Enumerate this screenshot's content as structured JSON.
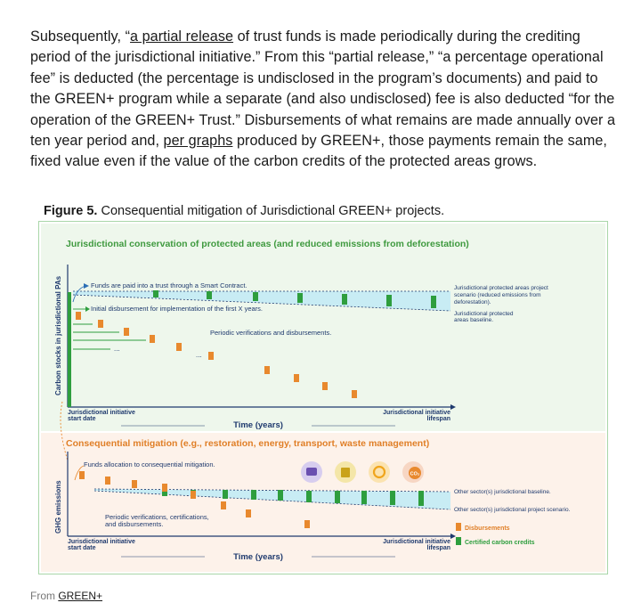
{
  "article": {
    "p1": "Subsequently, “",
    "link1": "a partial release",
    "p2": " of trust funds is made periodically during the crediting period of the jurisdictional initiative.” From this “partial release,” “a percentage operational fee” is deducted (the percentage is undisclosed in the program’s documents) and paid to the GREEN+ program while a separate (and also undisclosed) fee is also deducted “for the operation of the GREEN+ Trust.” Disbursements of what remains are made annually over a ten year period and, ",
    "link2": "per graphs",
    "p3": " produced by GREEN+, those payments remain the same, fixed value even if the value of the carbon credits of the protected areas grows."
  },
  "figure": {
    "caption_label": "Figure 5.",
    "caption_text": " Consequential mitigation of Jurisdictional GREEN+ projects.",
    "top": {
      "title": "Jurisdictional conservation of protected areas (and reduced emissions from deforestation)",
      "y_label": "Carbon stocks in jurisdictional PAs",
      "ann_trust": "Funds are paid into a trust through a Smart Contract.",
      "ann_initial": "Initial disbursement for implementation of the first X years.",
      "ann_periodic": "Periodic verifications and disbursements.",
      "dots_a": "...",
      "dots_b": "...",
      "scenario_line1": "Jurisdictional protected areas project",
      "scenario_line2": "scenario (reduced emissions from",
      "scenario_line3": "deforestation).",
      "baseline_line1": "Jurisdictional protected",
      "baseline_line2": "areas baseline.",
      "x_start_line1": "Jurisdictional initiative",
      "x_start_line2": "start date",
      "x_end_line1": "Jurisdictional initiative",
      "x_end_line2": "lifespan",
      "x_axis": "Time (years)"
    },
    "bottom": {
      "title": "Consequential mitigation (e.g., restoration, energy, transport, waste management)",
      "y_label": "GHG emissions",
      "ann_alloc": "Funds allocation to consequential mitigation.",
      "ann_periodic_line1": "Periodic verifications, certifications,",
      "ann_periodic_line2": "and disbursements.",
      "baseline": "Other sector(s) jurisdictional baseline.",
      "scenario": "Other sector(s) jurisdictional project scenario.",
      "legend_disb": "Disbursements",
      "legend_cred": "Certified carbon credits",
      "x_start_line1": "Jurisdictional initiative",
      "x_start_line2": "start date",
      "x_end_line1": "Jurisdictional initiative",
      "x_end_line2": "lifespan",
      "x_axis": "Time (years)",
      "co2_label": "CO₂",
      "icons": [
        "transport-icon",
        "waste-icon",
        "energy-icon",
        "emissions-icon"
      ]
    },
    "colors": {
      "green_title": "#3f9a3f",
      "orange_title": "#e07f27",
      "disbursement": "#e8892e",
      "credit": "#2e9e3e",
      "band": "#c8ecf4",
      "navy": "#1f3a6e"
    }
  },
  "source": {
    "prefix": "From ",
    "link": "GREEN+"
  }
}
